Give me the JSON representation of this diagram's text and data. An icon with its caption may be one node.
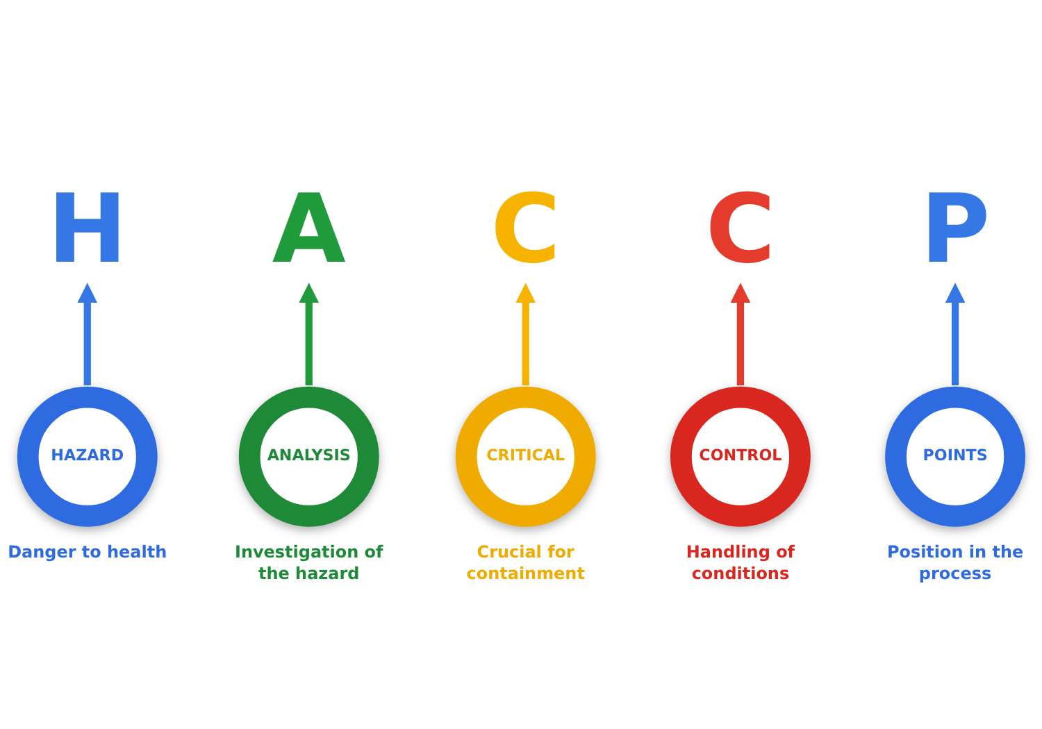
{
  "diagram": {
    "nodes": [
      {
        "text": [
          "H"
        ]
      },
      {
        "text": [
          "A"
        ]
      },
      {
        "text": [
          "C"
        ]
      },
      {
        "text": [
          "C"
        ]
      },
      {
        "text": [
          "P"
        ]
      },
      {
        "text": [
          "HAZARD"
        ],
        "beside": [
          "Danger to health"
        ]
      },
      {
        "text": [
          "ANALYSIS"
        ],
        "beside": [
          "Investigation of the hazard"
        ]
      },
      {
        "text": [
          "CRITICAL"
        ],
        "beside": [
          "Crucial for containment"
        ]
      },
      {
        "text": [
          "CONTROL"
        ],
        "beside": [
          "Handling of conditions"
        ]
      },
      {
        "text": [
          "POINTS"
        ],
        "beside": [
          "Position in the process"
        ]
      }
    ],
    "edges": [
      {
        "from": 5,
        "to": 0,
        "arrow": "to",
        "color": "#3578e5"
      },
      {
        "from": 6,
        "to": 1,
        "arrow": "to",
        "color": "#1f9b3b"
      },
      {
        "from": 7,
        "to": 2,
        "arrow": "to",
        "color": "#f6b400"
      },
      {
        "from": 8,
        "to": 3,
        "arrow": "to",
        "color": "#e53b2c"
      },
      {
        "from": 9,
        "to": 4,
        "arrow": "to",
        "color": "#3578e5"
      }
    ]
  }
}
